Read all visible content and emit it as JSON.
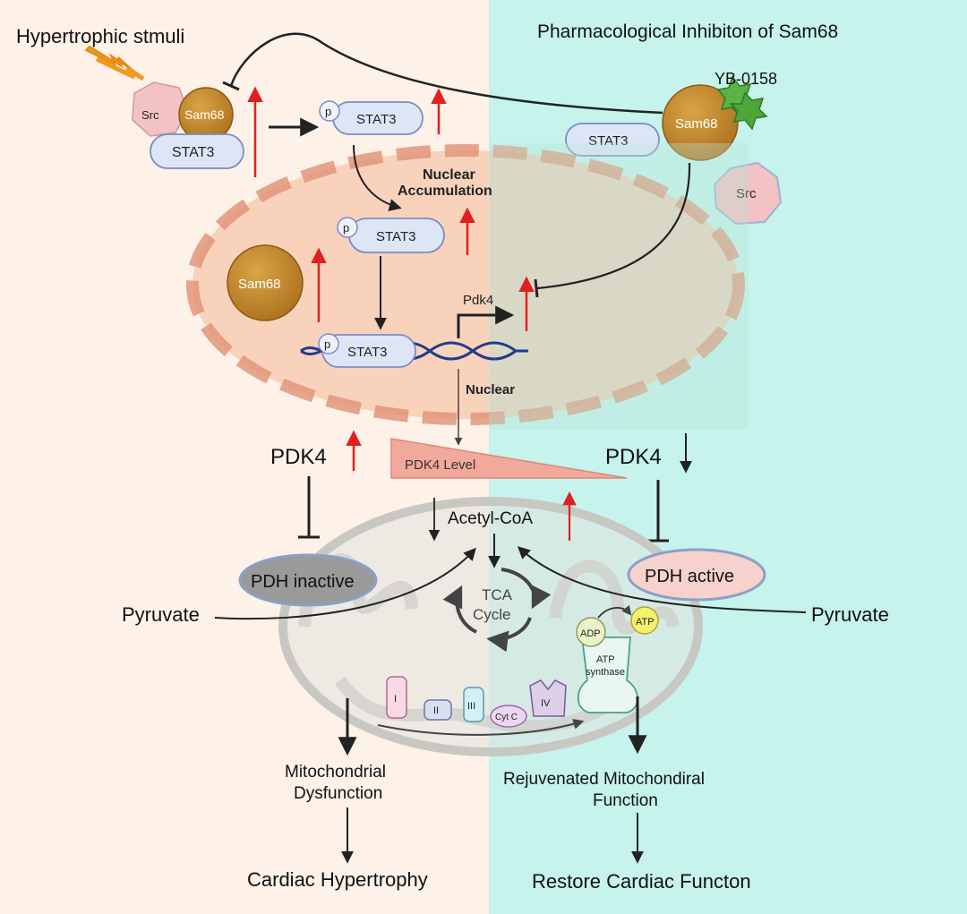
{
  "title_left": "Hypertrophic stmuli",
  "title_right": "Pharmacological Inhibiton of Sam68",
  "drug": "YB-0158",
  "labels": {
    "src": "Src",
    "sam68": "Sam68",
    "stat3": "STAT3",
    "p": "p",
    "nuclear_accum_1": "Nuclear",
    "nuclear_accum_2": "Accumulation",
    "pdk4_gene": "Pdk4",
    "nuclear": "Nuclear",
    "pdk4": "PDK4",
    "pdk4_level": "PDK4 Level",
    "acetyl_coa": "Acetyl-CoA",
    "pdh_inactive": "PDH inactive",
    "pdh_active": "PDH active",
    "pyruvate": "Pyruvate",
    "tca_1": "TCA",
    "tca_2": "Cycle",
    "adp": "ADP",
    "atp": "ATP",
    "atp_synthase_1": "ATP",
    "atp_synthase_2": "synthase",
    "complex_i": "I",
    "complex_ii": "II",
    "complex_iii": "III",
    "cyt_c": "Cyt C",
    "complex_iv": "IV",
    "mito_dys_1": "Mitochondrial",
    "mito_dys_2": "Dysfunction",
    "cardiac_hyper": "Cardiac Hypertrophy",
    "rejuv_1": "Rejuvenated Mitochondiral",
    "rejuv_2": "Function",
    "restore": "Restore Cardiac Functon"
  },
  "colors": {
    "left_bg": "#fdf1e8",
    "right_bg": "#c6f3ec",
    "nucleus_fill": "#f7c7ad",
    "nucleus_border": "#e0977a",
    "sam68": "#c78a28",
    "stat3_fill": "#dde6f7",
    "stat3_stroke": "#7c8cc4",
    "src_fill": "#f3c2c2",
    "up_arrow": "#e02020",
    "dna": "#1f3d8c",
    "drug": "#4da63a",
    "lightning": "#f19a1c"
  }
}
